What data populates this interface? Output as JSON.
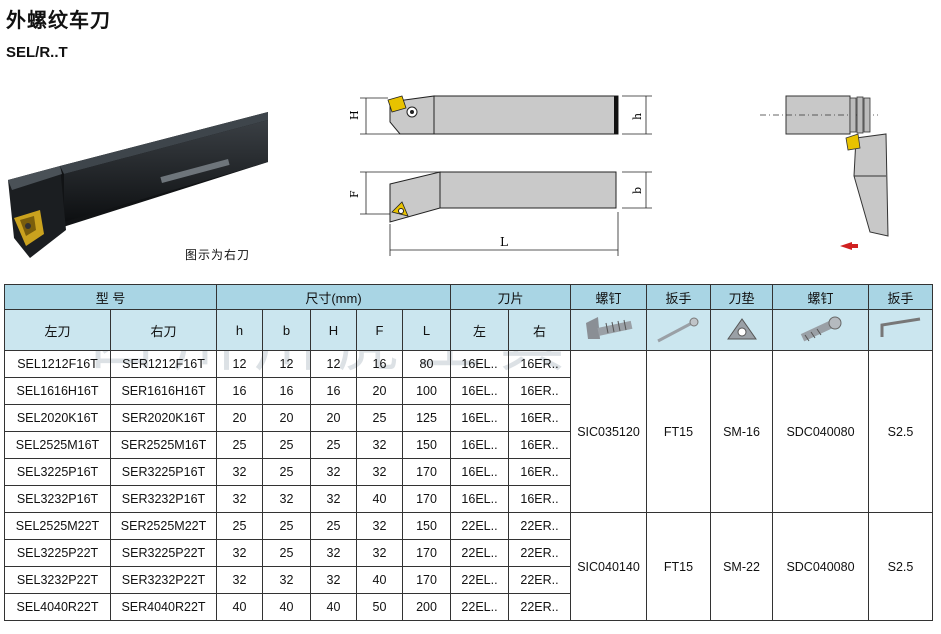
{
  "title": "外螺纹车刀",
  "subtitle": "SEL/R..T",
  "caption": "图示为右刀",
  "watermark": "四川川虎工具厂",
  "drawing_labels": {
    "H": "H",
    "h": "h",
    "F": "F",
    "b": "b",
    "L": "L"
  },
  "table": {
    "header_top": {
      "model": "型 号",
      "dims": "尺寸(mm)",
      "insert": "刀片",
      "screw1": "螺钉",
      "wrench1": "扳手",
      "shim": "刀垫",
      "screw2": "螺钉",
      "wrench2": "扳手"
    },
    "header_sub": {
      "left": "左刀",
      "right": "右刀",
      "h": "h",
      "b": "b",
      "H": "H",
      "F": "F",
      "L": "L",
      "ins_left": "左",
      "ins_right": "右"
    },
    "icons": [
      "screw-icon",
      "wrench-icon",
      "shim-icon",
      "screw-icon",
      "hex-key-icon"
    ],
    "rows": [
      {
        "left": "SEL1212F16T",
        "right": "SER1212F16T",
        "h": "12",
        "b": "12",
        "H": "12",
        "F": "16",
        "L": "80",
        "il": "16EL..",
        "ir": "16ER.."
      },
      {
        "left": "SEL1616H16T",
        "right": "SER1616H16T",
        "h": "16",
        "b": "16",
        "H": "16",
        "F": "20",
        "L": "100",
        "il": "16EL..",
        "ir": "16ER.."
      },
      {
        "left": "SEL2020K16T",
        "right": "SER2020K16T",
        "h": "20",
        "b": "20",
        "H": "20",
        "F": "25",
        "L": "125",
        "il": "16EL..",
        "ir": "16ER.."
      },
      {
        "left": "SEL2525M16T",
        "right": "SER2525M16T",
        "h": "25",
        "b": "25",
        "H": "25",
        "F": "32",
        "L": "150",
        "il": "16EL..",
        "ir": "16ER.."
      },
      {
        "left": "SEL3225P16T",
        "right": "SER3225P16T",
        "h": "32",
        "b": "25",
        "H": "32",
        "F": "32",
        "L": "170",
        "il": "16EL..",
        "ir": "16ER.."
      },
      {
        "left": "SEL3232P16T",
        "right": "SER3232P16T",
        "h": "32",
        "b": "32",
        "H": "32",
        "F": "40",
        "L": "170",
        "il": "16EL..",
        "ir": "16ER.."
      },
      {
        "left": "SEL2525M22T",
        "right": "SER2525M22T",
        "h": "25",
        "b": "25",
        "H": "25",
        "F": "32",
        "L": "150",
        "il": "22EL..",
        "ir": "22ER.."
      },
      {
        "left": "SEL3225P22T",
        "right": "SER3225P22T",
        "h": "32",
        "b": "25",
        "H": "32",
        "F": "32",
        "L": "170",
        "il": "22EL..",
        "ir": "22ER.."
      },
      {
        "left": "SEL3232P22T",
        "right": "SER3232P22T",
        "h": "32",
        "b": "32",
        "H": "32",
        "F": "40",
        "L": "170",
        "il": "22EL..",
        "ir": "22ER.."
      },
      {
        "left": "SEL4040R22T",
        "right": "SER4040R22T",
        "h": "40",
        "b": "40",
        "H": "40",
        "F": "50",
        "L": "200",
        "il": "22EL..",
        "ir": "22ER.."
      }
    ],
    "groups": [
      {
        "screw": "SIC035120",
        "wrench": "FT15",
        "shim": "SM-16",
        "screw2": "SDC040080",
        "wrench2": "S2.5"
      },
      {
        "screw": "SIC040140",
        "wrench": "FT15",
        "shim": "SM-22",
        "screw2": "SDC040080",
        "wrench2": "S2.5"
      }
    ]
  }
}
